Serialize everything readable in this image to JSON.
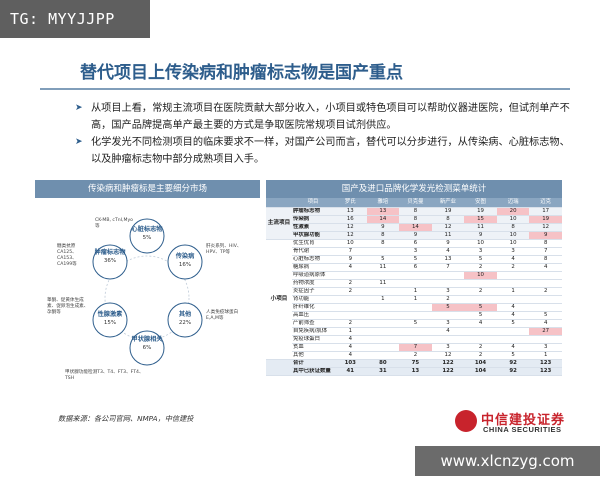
{
  "tag": "TG: MYYJJPP",
  "title": "替代项目上传染病和肿瘤标志物是国产重点",
  "bullets": [
    "从项目上看，常规主流项目在医院贡献大部分收入，小项目或特色项目可以帮助仪器进医院，但试剂单产不高，国产品牌提高单产最主要的方式是争取医院常规项目试剂供应。",
    "化学发光不同检测项目的临床要求不一样，对国产公司而言，替代可以分步进行，从传染病、心脏标志物、以及肿瘤标志物中部分成熟项目入手。"
  ],
  "left_panel": {
    "header": "传染病和肿瘤标是主要细分市场",
    "circles": [
      {
        "name": "心脏标志物",
        "pct": "5%"
      },
      {
        "name": "传染病",
        "pct": "16%"
      },
      {
        "name": "其他",
        "pct": "22%"
      },
      {
        "name": "甲状腺相关",
        "pct": "6%"
      },
      {
        "name": "性腺激素",
        "pct": "15%"
      },
      {
        "name": "肿瘤标志物",
        "pct": "36%"
      }
    ],
    "notes": {
      "cardiac": "CK-MB, cTnI,Myo等",
      "tumor": "糖类抗原CA125、CA153、CA199等",
      "infect": "肝炎系列、HIV、HPV、TP等",
      "other": "人类免疫球蛋白E,A,M等",
      "thyroid": "甲状腺功能检测T3、T4、FT3、FT4、TSH",
      "gonad": "睾酮、促黄体生成素、促卵泡生成素、孕酮等"
    },
    "source": "数据来源：各公司官网、NMPA，中信建投"
  },
  "right_panel": {
    "header": "国产及进口品牌化学发光检测菜单统计",
    "columns": [
      "项目",
      "罗氏",
      "雅培",
      "贝克曼",
      "新产业",
      "安图",
      "迈瑞",
      "迈克"
    ],
    "group_main": "主流项目",
    "group_minor": "小项目",
    "main_rows": [
      {
        "item": "肿瘤标志物",
        "v": [
          "13",
          "13",
          "8",
          "19",
          "19",
          "20",
          "17"
        ],
        "hl": [
          0,
          1,
          0,
          0,
          0,
          1,
          0
        ]
      },
      {
        "item": "传染病",
        "v": [
          "16",
          "14",
          "8",
          "8",
          "15",
          "10",
          "19"
        ],
        "hl": [
          0,
          1,
          0,
          0,
          1,
          0,
          1
        ]
      },
      {
        "item": "性激素",
        "v": [
          "12",
          "9",
          "14",
          "12",
          "11",
          "8",
          "12"
        ],
        "hl": [
          0,
          0,
          1,
          0,
          0,
          0,
          0
        ]
      },
      {
        "item": "甲状腺功能",
        "v": [
          "12",
          "8",
          "9",
          "11",
          "9",
          "10",
          "9"
        ],
        "hl": [
          0,
          0,
          0,
          0,
          0,
          0,
          1
        ]
      }
    ],
    "minor_rows": [
      {
        "item": "优生优育",
        "v": [
          "10",
          "8",
          "6",
          "9",
          "10",
          "10",
          "8"
        ],
        "hl": [
          0,
          0,
          0,
          0,
          0,
          0,
          0
        ]
      },
      {
        "item": "骨代谢",
        "v": [
          "7",
          "",
          "3",
          "4",
          "3",
          "3",
          "7"
        ],
        "hl": [
          0,
          0,
          0,
          0,
          0,
          0,
          0
        ]
      },
      {
        "item": "心脏标志物",
        "v": [
          "9",
          "5",
          "5",
          "13",
          "5",
          "4",
          "8"
        ],
        "hl": [
          0,
          0,
          0,
          0,
          0,
          0,
          0
        ]
      },
      {
        "item": "糖尿病",
        "v": [
          "4",
          "11",
          "6",
          "7",
          "2",
          "2",
          "4"
        ],
        "hl": [
          0,
          0,
          0,
          0,
          0,
          0,
          0
        ]
      },
      {
        "item": "呼吸道病原体",
        "v": [
          "",
          "",
          "",
          "",
          "10",
          "",
          ""
        ],
        "hl": [
          0,
          0,
          0,
          0,
          1,
          0,
          0
        ]
      },
      {
        "item": "药物浓度",
        "v": [
          "2",
          "11",
          "",
          "",
          "",
          "",
          ""
        ],
        "hl": [
          0,
          0,
          0,
          0,
          0,
          0,
          0
        ]
      },
      {
        "item": "炎症因子",
        "v": [
          "2",
          "",
          "1",
          "3",
          "2",
          "1",
          "2"
        ],
        "hl": [
          0,
          0,
          0,
          0,
          0,
          0,
          0
        ]
      },
      {
        "item": "肾功能",
        "v": [
          "",
          "1",
          "1",
          "2",
          "",
          "",
          ""
        ],
        "hl": [
          0,
          0,
          0,
          0,
          0,
          0,
          0
        ]
      },
      {
        "item": "肝纤维化",
        "v": [
          "",
          "",
          "",
          "5",
          "5",
          "4",
          ""
        ],
        "hl": [
          0,
          0,
          0,
          1,
          1,
          0,
          0
        ]
      },
      {
        "item": "高血压",
        "v": [
          "",
          "",
          "",
          "",
          "5",
          "4",
          "5"
        ],
        "hl": [
          0,
          0,
          0,
          0,
          0,
          0,
          0
        ]
      },
      {
        "item": "产前筛查",
        "v": [
          "2",
          "",
          "5",
          "3",
          "4",
          "5",
          "4"
        ],
        "hl": [
          0,
          0,
          0,
          0,
          0,
          0,
          0
        ]
      },
      {
        "item": "自免疾病/肌体",
        "v": [
          "1",
          "",
          "",
          "4",
          "",
          "",
          "27"
        ],
        "hl": [
          0,
          0,
          0,
          0,
          0,
          0,
          1
        ]
      },
      {
        "item": "免疫球蛋白",
        "v": [
          "4",
          "",
          "",
          "",
          "",
          "",
          ""
        ],
        "hl": [
          0,
          0,
          0,
          0,
          0,
          0,
          0
        ]
      },
      {
        "item": "贫血",
        "v": [
          "4",
          "",
          "7",
          "3",
          "2",
          "4",
          "3"
        ],
        "hl": [
          0,
          0,
          1,
          0,
          0,
          0,
          0
        ]
      },
      {
        "item": "其他",
        "v": [
          "4",
          "",
          "2",
          "12",
          "2",
          "5",
          "1"
        ],
        "hl": [
          0,
          0,
          0,
          0,
          0,
          0,
          0
        ]
      }
    ],
    "total_rows": [
      {
        "item": "合计",
        "v": [
          "103",
          "80",
          "75",
          "122",
          "104",
          "92",
          "123"
        ]
      },
      {
        "item": "其中已获证数量",
        "v": [
          "41",
          "31",
          "13",
          "122",
          "104",
          "92",
          "123"
        ]
      }
    ]
  },
  "logo": {
    "cn": "中信建投证券",
    "en": "CHINA SECURITIES"
  },
  "watermark": "www.xlcnzyg.com",
  "colors": {
    "accent": "#2d5d8c",
    "header": "#6f8fae",
    "highlight": "#f6c2c6",
    "brand_red": "#c8232c"
  }
}
